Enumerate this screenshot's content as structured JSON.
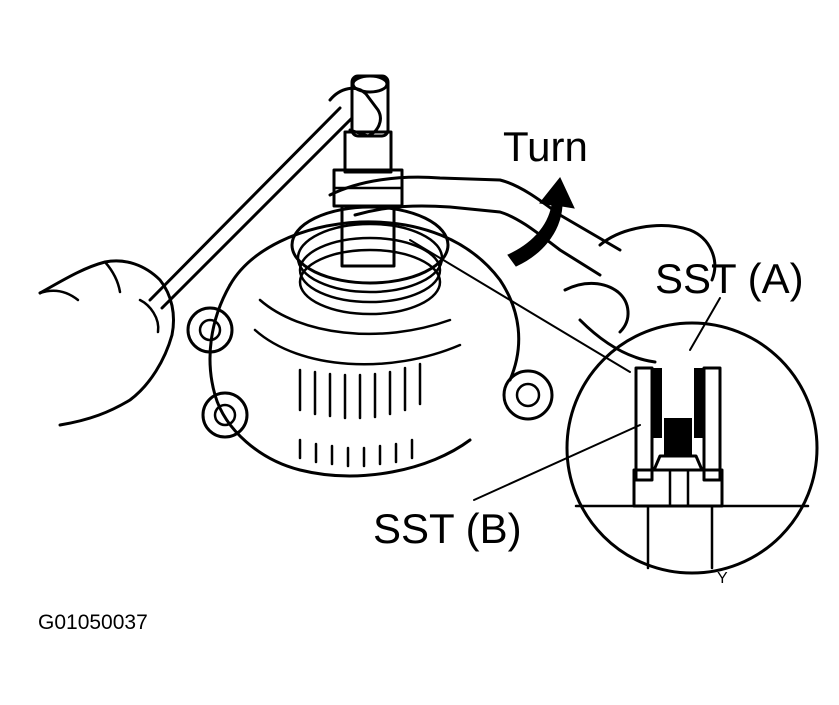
{
  "labels": {
    "turn": "Turn",
    "sst_a": "SST (A)",
    "sst_b": "SST (B)",
    "detail_mark": "Y",
    "figure_code": "G01050037"
  },
  "colors": {
    "ink": "#000000",
    "paper": "#ffffff"
  }
}
